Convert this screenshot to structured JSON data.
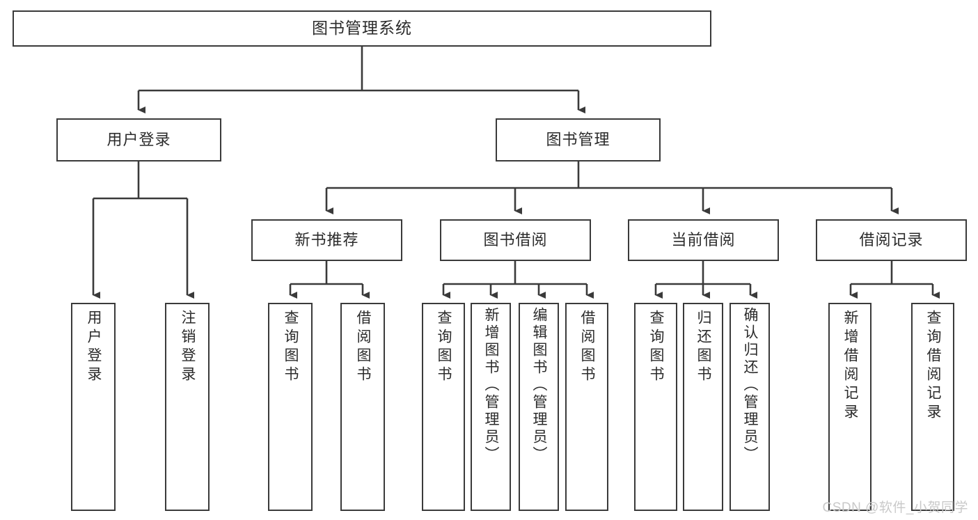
{
  "diagram": {
    "type": "tree",
    "title": "图书管理系统",
    "orientation": "top-down",
    "levels": 4,
    "stroke_color": "#3a3a3a",
    "fill_color": "#ffffff",
    "text_color": "#2b2b2b"
  },
  "root": {
    "label": "图书管理系统"
  },
  "level2": [
    {
      "label": "用户登录"
    },
    {
      "label": "图书管理"
    }
  ],
  "level3": [
    {
      "label": "新书推荐"
    },
    {
      "label": "图书借阅"
    },
    {
      "label": "当前借阅"
    },
    {
      "label": "借阅记录"
    }
  ],
  "leaves": {
    "user_login": [
      {
        "label": "用户登录"
      },
      {
        "label": "注销登录"
      }
    ],
    "new_book_recommend": [
      {
        "label": "查询图书"
      },
      {
        "label": "借阅图书"
      }
    ],
    "book_borrow": [
      {
        "label": "查询图书"
      },
      {
        "label": "新增图书（管理员）"
      },
      {
        "label": "编辑图书（管理员）"
      },
      {
        "label": "借阅图书"
      }
    ],
    "current_borrow": [
      {
        "label": "查询图书"
      },
      {
        "label": "归还图书"
      },
      {
        "label": "确认归还（管理员）"
      }
    ],
    "borrow_record": [
      {
        "label": "新增借阅记录"
      },
      {
        "label": "查询借阅记录"
      }
    ]
  },
  "watermark": {
    "text": "CSDN @软件_小贺同学"
  }
}
